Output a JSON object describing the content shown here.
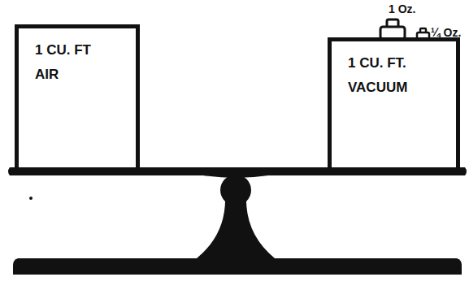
{
  "diagram": {
    "nodes": [
      {
        "text": [
          "1 CU. FT AIR"
        ]
      },
      {
        "text": [
          "1 CU. FT. VACUUM"
        ]
      }
    ],
    "labels": [
      "1 Oz.",
      "¼ Oz."
    ]
  }
}
